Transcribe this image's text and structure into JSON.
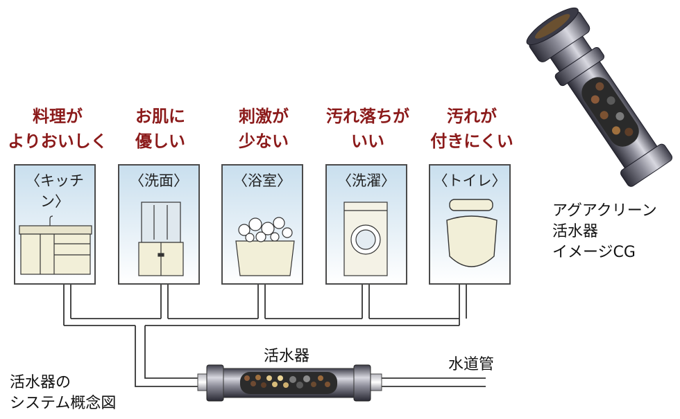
{
  "benefits": [
    {
      "line1": "料理が",
      "line2": "よりおいしく"
    },
    {
      "line1": "お肌に",
      "line2": "優しい"
    },
    {
      "line1": "刺激が",
      "line2": "少ない"
    },
    {
      "line1": "汚れ落ちが",
      "line2": "いい"
    },
    {
      "line1": "汚れが",
      "line2": "付きにくい"
    }
  ],
  "rooms": [
    "〈キッチン〉",
    "〈洗面〉",
    "〈浴室〉",
    "〈洗濯〉",
    "〈トイレ〉"
  ],
  "labels": {
    "device": "活水器",
    "water_pipe": "水道管",
    "system_line1": "活水器の",
    "system_line2": "システム概念図",
    "cg_line1": "アグアクリーン",
    "cg_line2": "活水器",
    "cg_line3": "イメージCG"
  },
  "colors": {
    "benefit_text": "#8b1a1a",
    "box_sky": "#c9dfee",
    "fixture": "#f2efd8"
  }
}
